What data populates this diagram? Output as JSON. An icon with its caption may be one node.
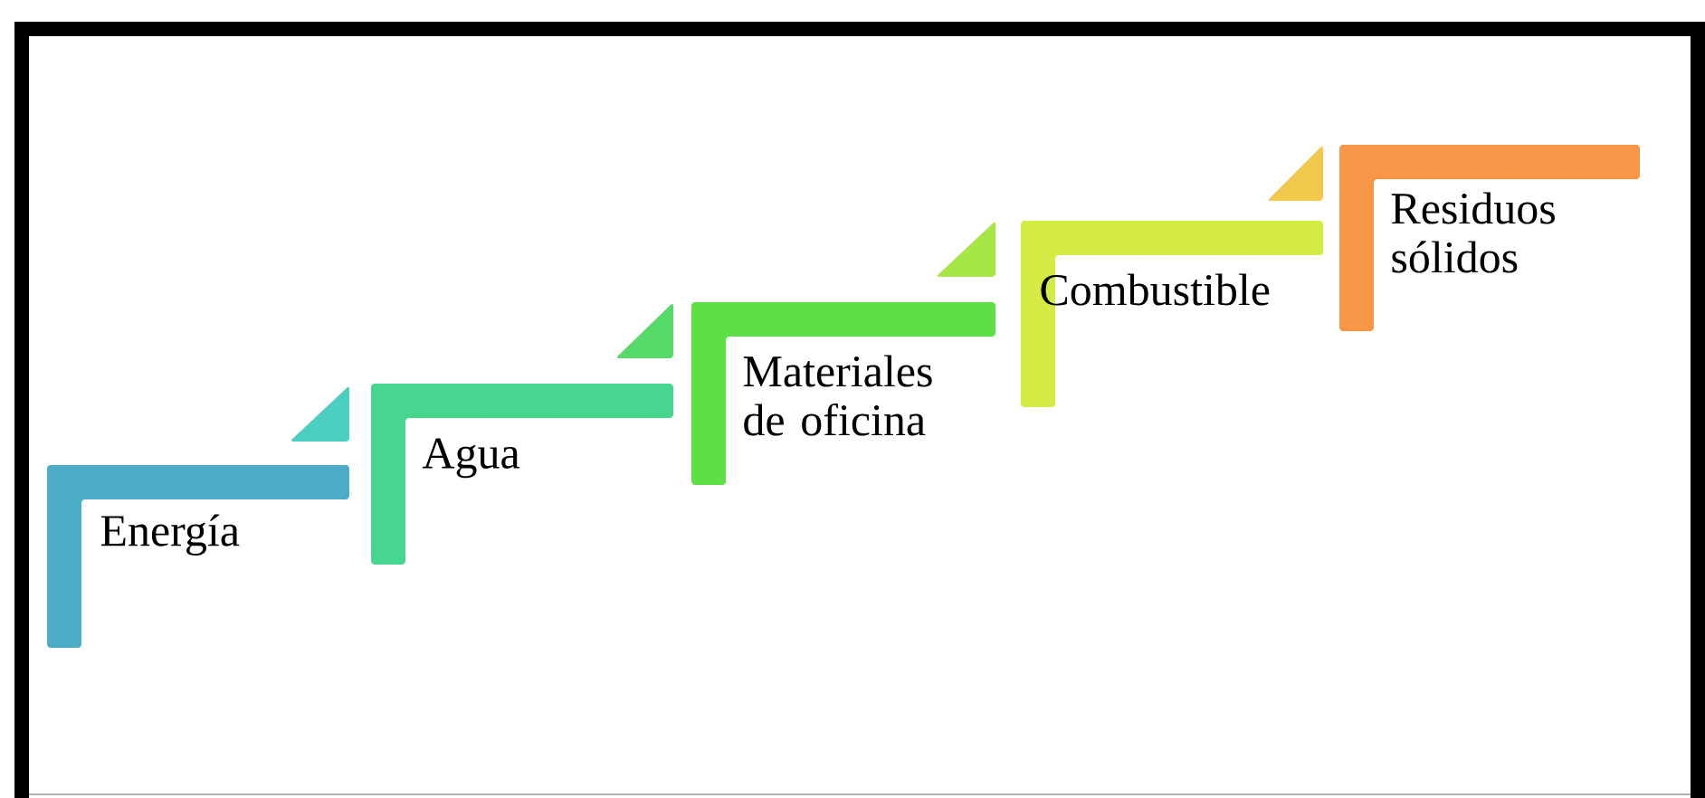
{
  "diagram": {
    "nodes": [
      {
        "text": [
          "Energía"
        ]
      },
      {
        "text": [
          "Agua"
        ]
      },
      {
        "text": [
          "Materiales de oficina"
        ]
      },
      {
        "text": [
          "Combustible"
        ]
      },
      {
        "text": [
          "Residuos sólidos"
        ]
      }
    ]
  }
}
